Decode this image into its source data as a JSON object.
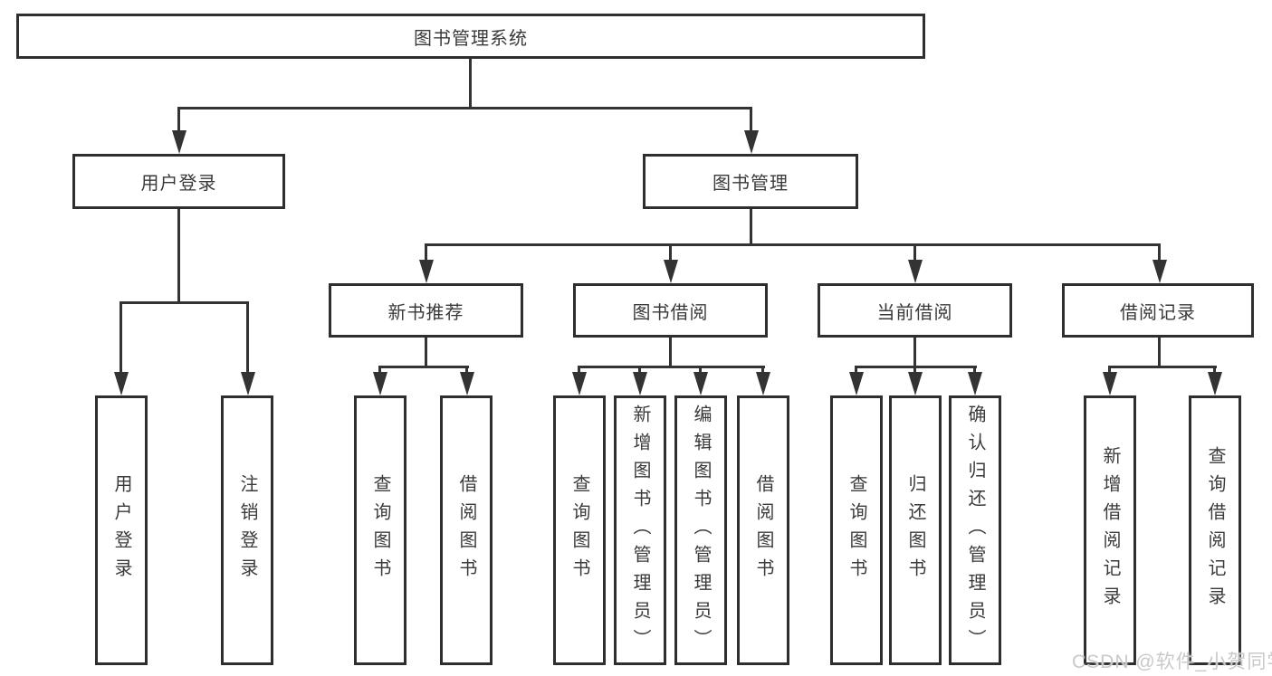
{
  "nodes": {
    "root": "图书管理系统",
    "level2": [
      "用户登录",
      "图书管理"
    ],
    "level3": [
      "新书推荐",
      "图书借阅",
      "当前借阅",
      "借阅记录"
    ],
    "leaves_user": [
      "用户登录",
      "注销登录"
    ],
    "leaves_newbook": [
      "查询图书",
      "借阅图书"
    ],
    "leaves_borrow": [
      "查询图书",
      "新增图书（管理员）",
      "编辑图书（管理员）",
      "借阅图书"
    ],
    "leaves_current": [
      "查询图书",
      "归还图书",
      "确认归还（管理员）"
    ],
    "leaves_records": [
      "新增借阅记录",
      "查询借阅记录"
    ]
  },
  "watermark": "CSDN @软件_小贺同学",
  "colors": {
    "line": "#333333",
    "box_border": "#2e2e2e",
    "text": "#3a3a3a",
    "watermark": "#c9c9c9",
    "background": "#ffffff"
  }
}
